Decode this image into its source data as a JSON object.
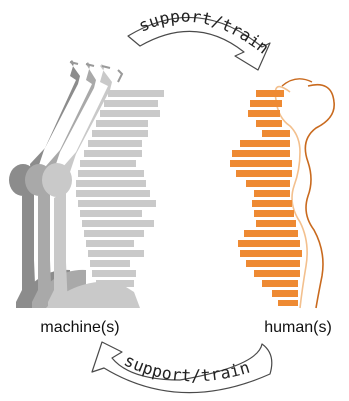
{
  "diagram": {
    "top_arrow": {
      "text": "support/train"
    },
    "bottom_arrow": {
      "text": "support/train"
    },
    "machine": {
      "label": "machine(s)"
    },
    "human": {
      "label": "human(s)"
    }
  },
  "colors": {
    "arrow_fill": "#ffffff",
    "arrow_stroke": "#4a4a4a",
    "machine_dark": "#8c8c8c",
    "machine_mid": "#a9a9a9",
    "machine_light": "#c9c9c9",
    "human_bars": "#ee8a33",
    "human_outline": "#c96a1e",
    "human_outline_light": "#f3c08e",
    "text": "#111111"
  }
}
